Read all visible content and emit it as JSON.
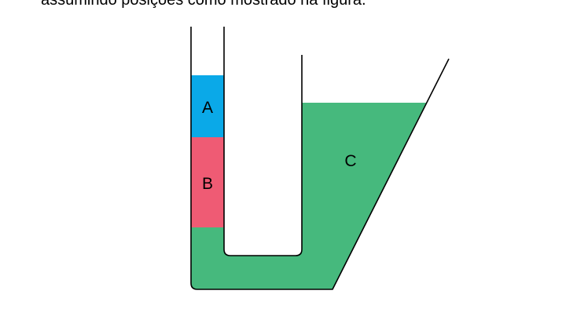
{
  "caption": "assumindo posições como mostrado na figura.",
  "labels": {
    "a": "A",
    "b": "B",
    "c": "C"
  },
  "colors": {
    "liquid_a": "#0aa9e8",
    "liquid_b": "#ef5b74",
    "liquid_c": "#46b97d",
    "outline": "#000000"
  }
}
